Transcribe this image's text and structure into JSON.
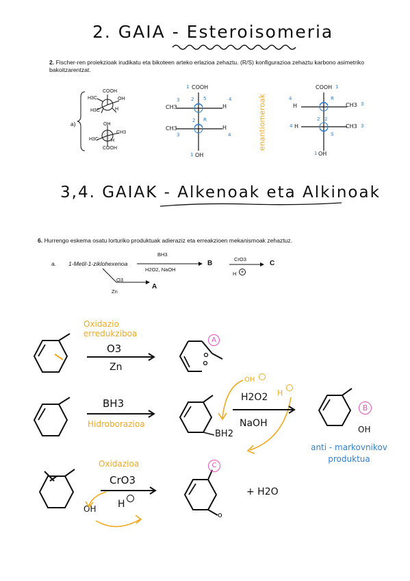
{
  "section1": {
    "title_prefix": "2. GAIA -",
    "title_topic": "Esteroisomeria",
    "question_number": "2.",
    "question_text": "Fischer-ren proiekzioak irudikatu eta bikoteen arteko erlazioa zehaztu. (R/S) konfigurazioa zehaztu karbono asimetriko bakoitzarentzat.",
    "item_label": "a)",
    "newman_top": {
      "cooh": "COOH",
      "oh": "OH",
      "h3c": "H3C",
      "h3c2": "H3C",
      "h": "H"
    },
    "newman_bottom": {
      "oh": "OH",
      "ch3": "CH3",
      "h3c": "H3C",
      "h": "H",
      "cooh": "COOH"
    },
    "fischer1": {
      "top": "COOH",
      "left1": "CH3",
      "right1": "H",
      "left2": "CH3",
      "right2": "H",
      "bottom": "OH",
      "n_top": "1",
      "n_l1": "3",
      "n_r1": "4",
      "n_c1a": "2",
      "n_c1b": "5",
      "n_c2a": "2",
      "n_c2b": "R",
      "n_l2": "3",
      "n_r2": "4",
      "n_bot": "1"
    },
    "side_note": "enantiomeroak",
    "fischer2": {
      "top": "COOH",
      "left1": "H",
      "right1": "CH3",
      "left2": "H",
      "right2": "CH3",
      "bottom": "OH",
      "n_top": "1",
      "n_l1": "4",
      "n_r1": "3",
      "n_c1": "R",
      "n_c2a": "2",
      "n_c2b": "2",
      "n_l2": "4",
      "n_r2": "3",
      "n_c2": "S",
      "n_bot": "1"
    }
  },
  "section2": {
    "title_prefix": "3,4. GAIAK -",
    "title_topic": "Alkenoak eta Alkinoak",
    "question_number": "6.",
    "question_text": "Hurrengo eskema osatu lorturiko produktuak adieraziz eta erreakzioen mekanismoak zehaztuz.",
    "item_label": "a.",
    "start_compound": "1-Metil-1-ziklohexenoa",
    "reagent_top": "BH3",
    "reagent_bottom": "H2O2, NaOH",
    "product_b": "B",
    "reagent_cro3": "CrO3",
    "reagent_h": "H",
    "product_c": "C",
    "reagent_o3": "O3",
    "reagent_zn": "Zn",
    "product_a": "A"
  },
  "handwritten": {
    "row1": {
      "note": "Oxidazio erredukziboa",
      "reagent1": "O3",
      "reagent2": "Zn",
      "label": "A"
    },
    "row2": {
      "reagent1": "BH3",
      "note": "Hidroborazioa",
      "bh2": "BH2",
      "oh_minus": "OH",
      "h_plus": "H",
      "reagent_a": "H2O2",
      "reagent_b": "NaOH",
      "oh": "OH",
      "label": "B",
      "product_note": "anti - markovnikov produktua"
    },
    "row3": {
      "note": "Oxidazioa",
      "reagent1": "CrO3",
      "reagent2": "H",
      "oh": "OH",
      "label": "C",
      "water": "+ H2O"
    }
  }
}
